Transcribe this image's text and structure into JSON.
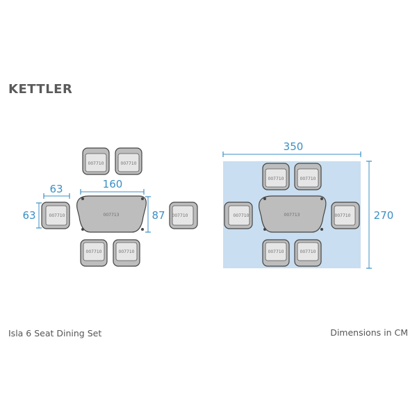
{
  "brand": "KETTLER",
  "product_name": "Isla 6 Seat Dining Set",
  "units_note": "Dimensions in CM",
  "colors": {
    "dimension": "#3b8fc4",
    "furniture_fill": "#bdbdbd",
    "furniture_stroke": "#444444",
    "area_fill": "#c9def0"
  },
  "left_plan": {
    "chair_width": "63",
    "chair_depth": "63",
    "table_length": "160",
    "table_width": "87",
    "chair_code": "007710",
    "table_code": "007713"
  },
  "right_plan": {
    "area_width": "350",
    "area_depth": "270",
    "chair_code": "007710",
    "table_code": "007713"
  }
}
